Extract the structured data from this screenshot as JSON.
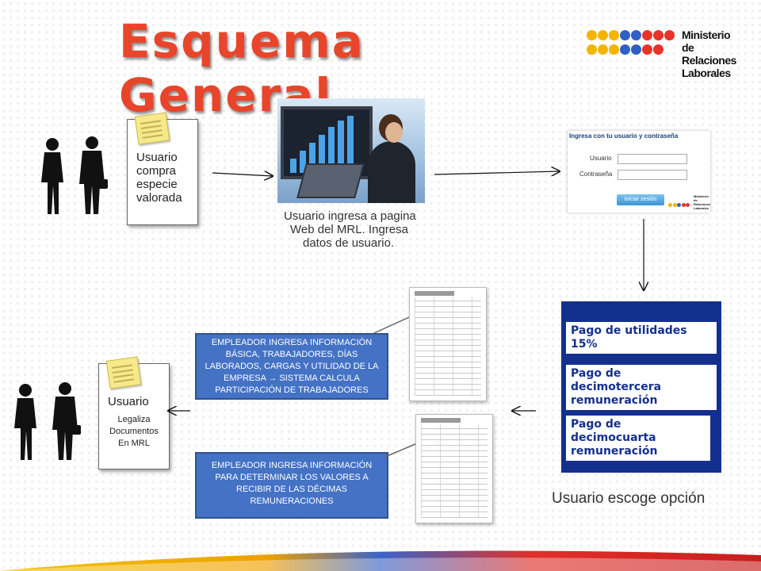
{
  "title": "Esquema General",
  "logo": {
    "line1": "Ministerio",
    "line2": "de Relaciones",
    "line3": "Laborales",
    "dot_colors": [
      "#f5b400",
      "#f5b400",
      "#f5b400",
      "#2f5fc4",
      "#2f5fc4",
      "#e8322a",
      "#e8322a",
      "#e8322a"
    ]
  },
  "step1": {
    "note_line1": "Usuario",
    "note_line2": "compra",
    "note_line3": "especie",
    "note_line4": "valorada"
  },
  "step2": {
    "caption_line1": "Usuario ingresa a pagina",
    "caption_line2": "Web del MRL. Ingresa",
    "caption_line3": "datos de  usuario."
  },
  "login": {
    "heading": "Ingresa con tu usuario y contraseña",
    "user_label": "Usuario",
    "password_label": "Contraseña",
    "submit": "Iniciar sesión",
    "logo_line1": "Ministerio",
    "logo_line2": "de Relaciones",
    "logo_line3": "Laborales"
  },
  "options": {
    "items": [
      "Pago de utilidades 15%",
      "Pago de decimotercera remuneración",
      "Pago de decimocuarta remuneración"
    ],
    "caption": "Usuario escoge opción"
  },
  "boxes": {
    "box1": "EMPLEADOR INGRESA INFORMACIÓN BÁSICA, TRABAJADORES, DÍAS LABORADOS, CARGAS Y UTILIDAD DE LA EMPRESA → SISTEMA CALCULA PARTICIPACIÓN DE TRABAJADORES",
    "box2": "EMPLEADOR INGRESA INFORMACIÓN PARA DETERMINAR LOS VALORES A RECIBIR DE LAS DÉCIMAS REMUNERACIONES"
  },
  "step_final": {
    "note_title": "Usuario",
    "caption_line1": "Legaliza",
    "caption_line2": "Documentos",
    "caption_line3": "En MRL"
  },
  "colors": {
    "title": "#e8452a",
    "box_fill": "#4472c4",
    "options_panel": "#14308f"
  }
}
